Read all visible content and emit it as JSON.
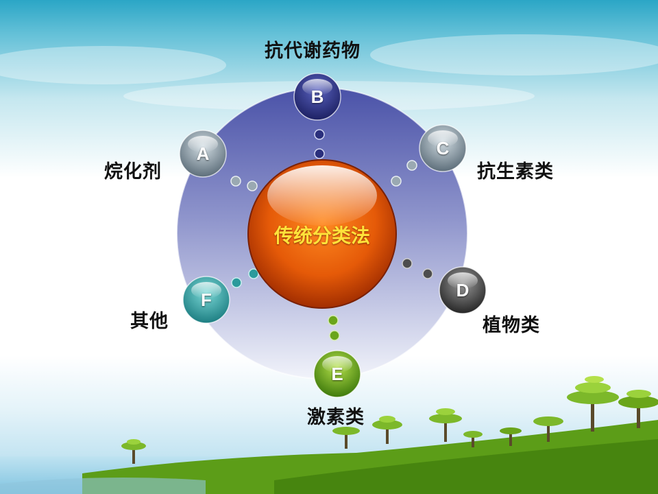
{
  "diagram": {
    "center": {
      "title": "传统分类法"
    },
    "nodes": [
      {
        "id": "A",
        "letter": "A",
        "label": "烷化剂"
      },
      {
        "id": "B",
        "letter": "B",
        "label": "抗代谢药物"
      },
      {
        "id": "C",
        "letter": "C",
        "label": "抗生素类"
      },
      {
        "id": "D",
        "letter": "D",
        "label": "植物类"
      },
      {
        "id": "E",
        "letter": "E",
        "label": "激素类"
      },
      {
        "id": "F",
        "letter": "F",
        "label": "其他"
      }
    ]
  },
  "colors": {
    "sky_top": "#2ba6c6",
    "sky_bottom": "#ffffff",
    "ring_top": "#4a52a8",
    "ring_bottom": "#e4e8f4",
    "center_orange": "#e86a10",
    "center_dark": "#a42b00",
    "title_yellow": "#ffe23a",
    "node_navy": "#2a2f7c",
    "node_gray": "#8a9aa6",
    "node_teal": "#2b9a9c",
    "node_dark": "#4d4d4d",
    "node_green": "#6aa51a",
    "grass": "#5c9d18"
  }
}
